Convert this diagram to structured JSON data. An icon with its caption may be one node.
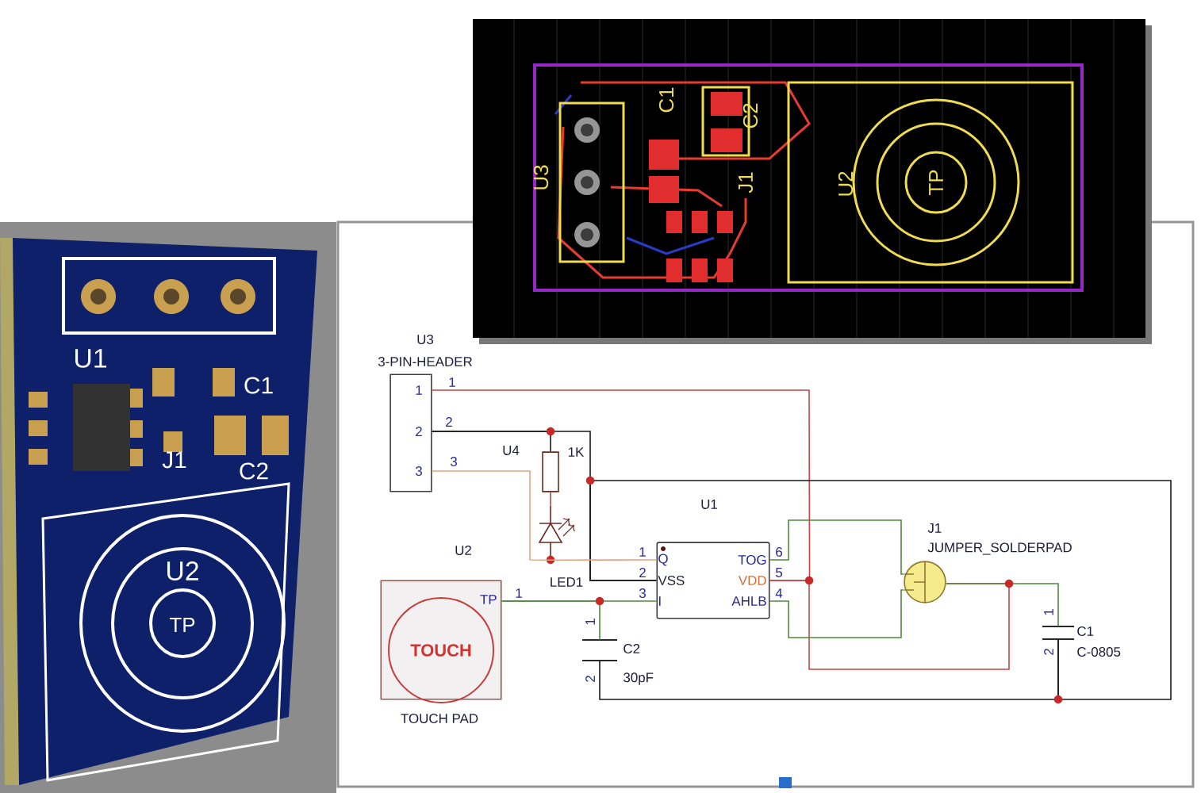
{
  "diagram": {
    "nodes": [
      {
        "text": [
          "U3",
          "3-PIN-HEADER",
          "1",
          "2",
          "3",
          "1",
          "2",
          "3"
        ]
      },
      {
        "text": [
          "U4"
        ],
        "beside": [
          "1K"
        ]
      },
      {
        "text": [],
        "shape": "diode",
        "beside": [
          "LED1"
        ]
      },
      {
        "text": [
          "U1",
          "Q",
          "VSS",
          "I",
          "TOG",
          "VDD",
          "AHLB"
        ],
        "beside": [
          "1",
          "2",
          "3",
          "6",
          "5",
          "4"
        ]
      },
      {
        "text": [
          "U2",
          "TOUCH",
          "TP",
          "TOUCH PAD"
        ],
        "beside": [
          "1"
        ]
      },
      {
        "text": [
          "C2",
          "30pF",
          "1",
          "2"
        ]
      },
      {
        "text": [
          "J1",
          "JUMPER_SOLDERPAD"
        ]
      },
      {
        "text": [
          "C1",
          "C-0805",
          "1",
          "2"
        ]
      }
    ],
    "edges": [
      {
        "from": 0,
        "to": 3,
        "arrow": "none",
        "color": "#cc4444"
      },
      {
        "from": 3,
        "to": 6,
        "arrow": "none",
        "color": "#cc4444"
      },
      {
        "from": 6,
        "to": 7,
        "arrow": "none",
        "color": "#4f8a3c"
      },
      {
        "from": 0,
        "to": 1,
        "arrow": "none",
        "color": "#191919"
      },
      {
        "from": 0,
        "to": 3,
        "arrow": "none",
        "color": "#191919"
      },
      {
        "from": 3,
        "to": 7,
        "arrow": "none",
        "color": "#191919"
      },
      {
        "from": 7,
        "to": 5,
        "arrow": "none",
        "color": "#191919"
      },
      {
        "from": 0,
        "to": 2,
        "arrow": "none",
        "color": "#e8a284"
      },
      {
        "from": 2,
        "to": 3,
        "arrow": "none",
        "color": "#e8a284"
      },
      {
        "from": 1,
        "to": 2,
        "arrow": "none",
        "color": "#b04a3a"
      },
      {
        "from": 4,
        "to": 3,
        "arrow": "none",
        "color": "#4f8a3c"
      },
      {
        "from": 4,
        "to": 5,
        "arrow": "none",
        "color": "#4f8a3c"
      },
      {
        "from": 3,
        "to": 6,
        "arrow": "none",
        "color": "#4f8a3c"
      },
      {
        "from": 3,
        "to": 6,
        "arrow": "none",
        "color": "#4f8a3c"
      }
    ],
    "labels": [
      "U1",
      "C1",
      "J1",
      "C2",
      "U2",
      "TP",
      "U3",
      "C1",
      "C2",
      "J1",
      "U2",
      "TP"
    ]
  }
}
